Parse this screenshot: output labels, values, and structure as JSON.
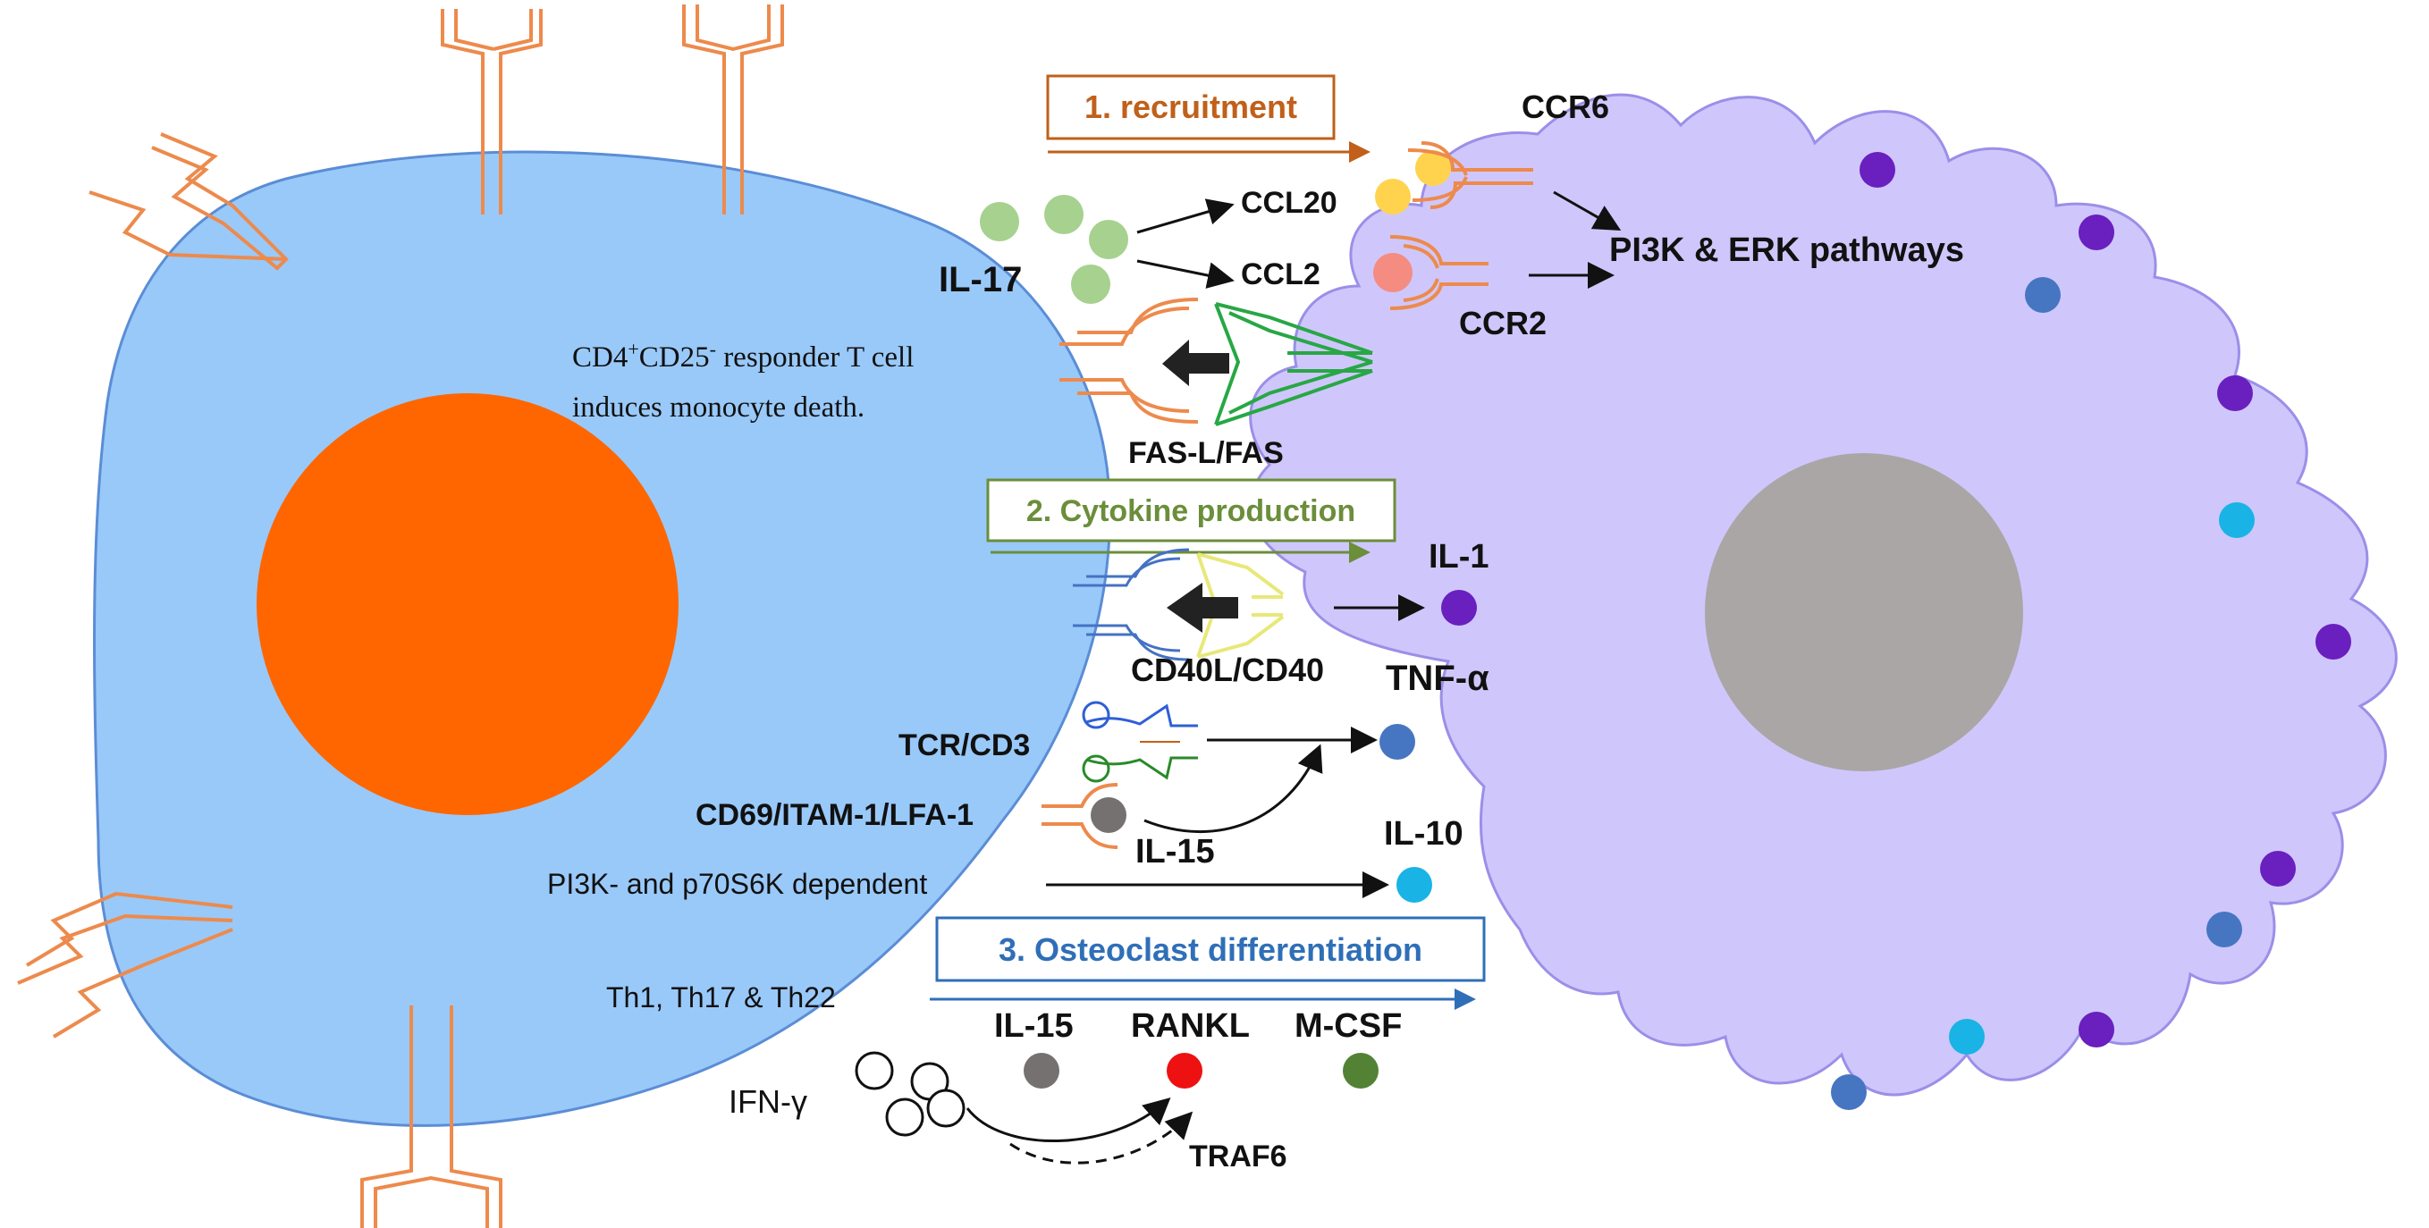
{
  "colors": {
    "tcell": "#99c9f9",
    "tcell_stroke": "#5b8dd6",
    "tcell_nucleus": "#ff6600",
    "monocyte": "#cfc7fb",
    "monocyte_stroke": "#9a8fe8",
    "monocyte_nucleus": "#aaa6a6",
    "receptor_orange": "#ed8a4c",
    "step1": "#c0601a",
    "step2": "#6b8e3a",
    "step3": "#2f6fb8",
    "il17": "#a6d18e",
    "ccl20": "#ffd34d",
    "ccl2": "#f48c82",
    "purple_granule": "#6a1fbf",
    "blue_granule": "#4676c2",
    "cyan_granule": "#19b3e6",
    "il15": "#767171",
    "rankl": "#ee1111",
    "mcsf": "#548235",
    "fas_green": "#28a745",
    "cd40_yellow": "#e8e87a"
  },
  "steps": {
    "recruitment": "1. recruitment",
    "cytokine": "2. Cytokine production",
    "osteoclast": "3. Osteoclast differentiation"
  },
  "labels": {
    "ccr6": "CCR6",
    "ccl20": "CCL20",
    "il17": "IL-17",
    "ccl2": "CCL2",
    "ccr2": "CCR2",
    "pi3k_erk": "PI3K & ERK pathways",
    "responder_line1_a": "CD4",
    "responder_sup1": "+",
    "responder_line1_b": "CD25",
    "responder_sup2": "-",
    "responder_line1_c": " responder T cell",
    "responder_line2": "induces monocyte death.",
    "fasl_fas": "FAS-L/FAS",
    "il1": "IL-1",
    "cd40l_cd40": "CD40L/CD40",
    "tnfa": "TNF-α",
    "tcr_cd3": "TCR/CD3",
    "cd69": "CD69/ITAM-1/LFA-1",
    "il15_a": "IL-15",
    "il10": "IL-10",
    "pi3k_p70": "PI3K- and p70S6K dependent",
    "th_cells": "Th1, Th17 & Th22",
    "il15_b": "IL-15",
    "rankl": "RANKL",
    "mcsf": "M-CSF",
    "ifng": "IFN-γ",
    "traf6": "TRAF6"
  }
}
